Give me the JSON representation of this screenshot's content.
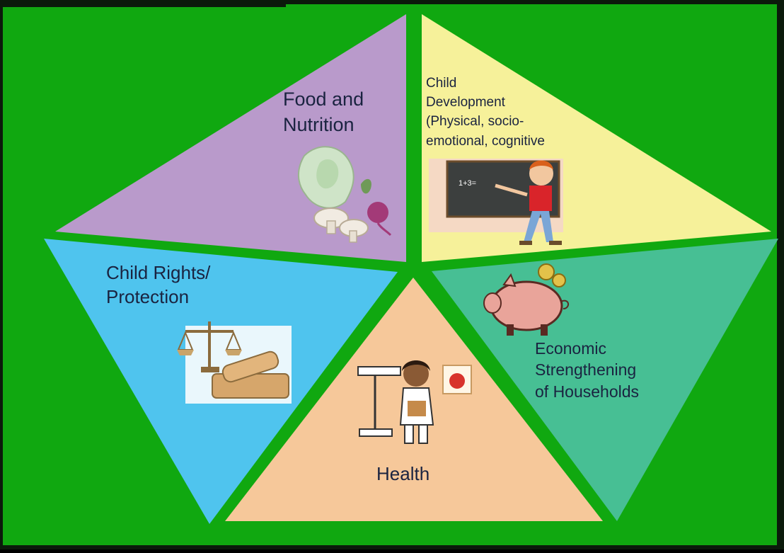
{
  "colors": {
    "background": "#10a810",
    "border": "#0b1a0b",
    "food": "#b99acb",
    "development": "#f6f19a",
    "rights": "#4fc4ee",
    "health": "#f6c89a",
    "economic": "#47bf94"
  },
  "segments": {
    "food": {
      "lines": [
        "Food and",
        "Nutrition"
      ],
      "icon": "vegetables-icon"
    },
    "development": {
      "lines": [
        "Child",
        "Development",
        "(Physical, socio-",
        "emotional, cognitive"
      ],
      "icon": "teacher-chalkboard-icon",
      "board_text": "1+3="
    },
    "rights": {
      "lines": [
        "Child Rights/",
        "Protection"
      ],
      "icon": "scales-gavel-icon"
    },
    "health": {
      "lines": [
        "Health"
      ],
      "icon": "nurse-scale-icon"
    },
    "economic": {
      "lines": [
        "Economic",
        "Strengthening",
        "of Households"
      ],
      "icon": "piggy-bank-icon"
    }
  }
}
